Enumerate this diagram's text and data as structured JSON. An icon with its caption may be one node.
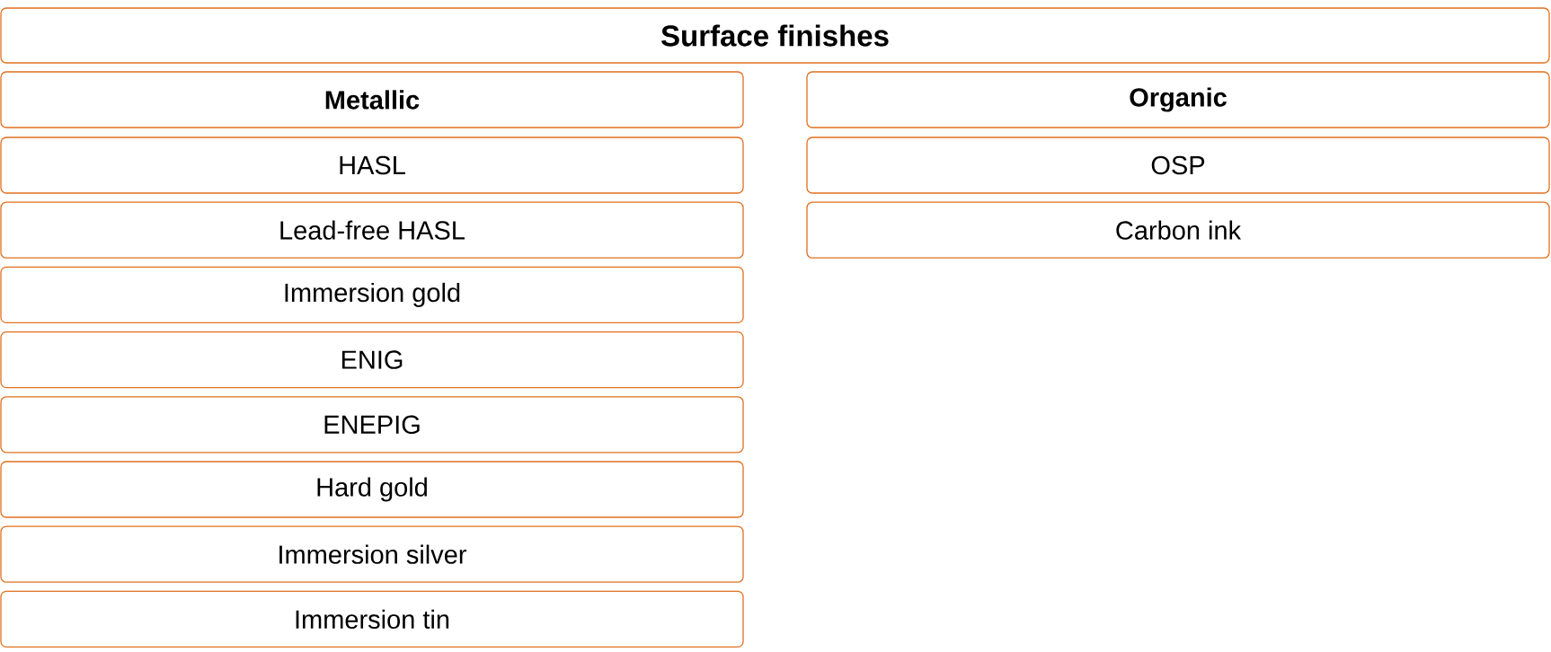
{
  "diagram": {
    "title": "Surface finishes",
    "nodes": [
      {
        "text": [
          "Metallic"
        ]
      },
      {
        "text": [
          "HASL"
        ]
      },
      {
        "text": [
          "Lead-free HASL"
        ]
      },
      {
        "text": [
          "Immersion gold"
        ]
      },
      {
        "text": [
          "ENIG"
        ]
      },
      {
        "text": [
          "ENEPIG"
        ]
      },
      {
        "text": [
          "Hard gold"
        ]
      },
      {
        "text": [
          "Immersion silver"
        ]
      },
      {
        "text": [
          "Immersion tin"
        ]
      },
      {
        "text": [
          "Organic"
        ]
      },
      {
        "text": [
          "OSP"
        ]
      },
      {
        "text": [
          "Carbon ink"
        ]
      }
    ]
  }
}
